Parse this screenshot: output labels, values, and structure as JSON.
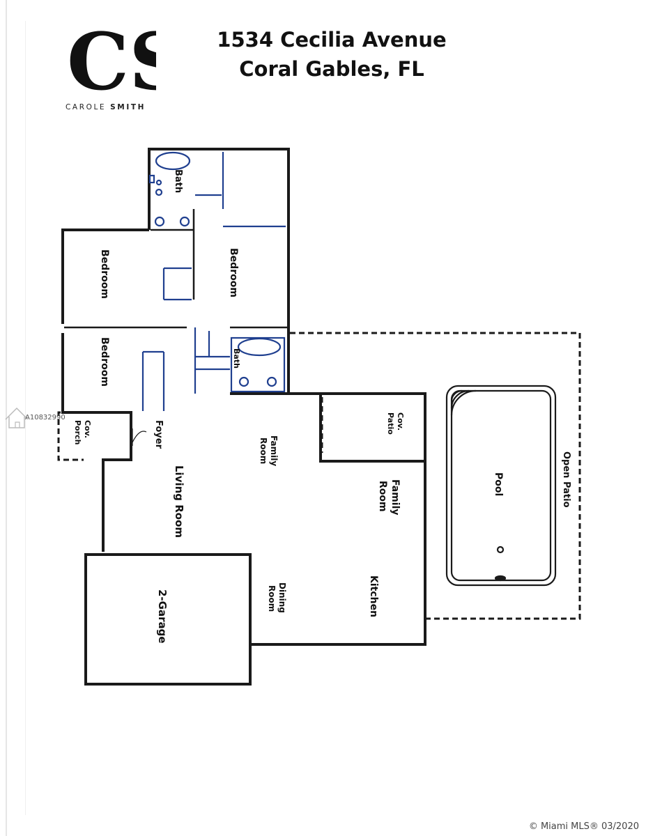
{
  "brand": {
    "logo_mark": "CS",
    "name_first": "CAROLE",
    "name_last": "SMITH"
  },
  "header": {
    "line1": "1534 Cecilia Avenue",
    "line2": "Coral Gables, FL"
  },
  "rooms": {
    "bath_top": "Bath",
    "bedroom_left_top": "Bedroom",
    "bedroom_right": "Bedroom",
    "bedroom_left_bottom": "Bedroom",
    "bath_middle": "Bath",
    "cov_porch": [
      "Cov.",
      "Porch"
    ],
    "foyer": "Foyer",
    "living_room": "Living Room",
    "family_room_center": [
      "Family",
      "Room"
    ],
    "cov_patio": [
      "Cov.",
      "Patio"
    ],
    "family_room_right": [
      "Family",
      "Room"
    ],
    "dining_room": [
      "Dining",
      "Room"
    ],
    "kitchen": "Kitchen",
    "garage": "2-Garage",
    "pool": "Pool",
    "open_patio": "Open Patio"
  },
  "watermark": {
    "listing_id": "A10832990",
    "icon": "house-outline-icon",
    "copyright": "© Miami MLS® 03/2020"
  },
  "colors": {
    "wall": "#1a1a1a",
    "fixture": "#1f3f8f",
    "text": "#111111"
  }
}
